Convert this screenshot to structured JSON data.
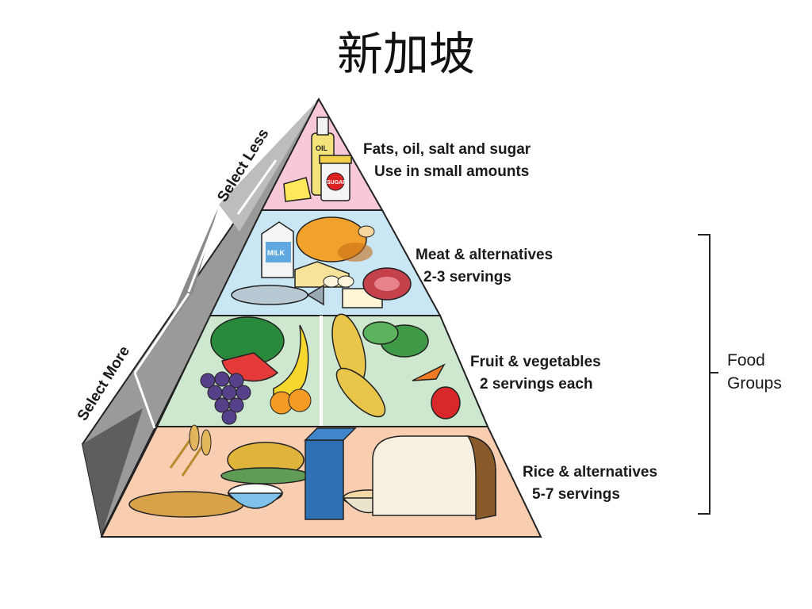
{
  "title": "新加坡",
  "side_labels": {
    "select_less": "Select Less",
    "select_more": "Select More"
  },
  "tiers": [
    {
      "name": "Fats, oil, salt and sugar",
      "serving": "Use in small amounts",
      "color": "#f6c8d8"
    },
    {
      "name": "Meat & alternatives",
      "serving": "2-3 servings",
      "color": "#c8e6f4"
    },
    {
      "name": "Fruit & vegetables",
      "serving": "2 servings each",
      "color": "#cde8cf"
    },
    {
      "name": "Rice & alternatives",
      "serving": "5-7 servings",
      "color": "#f8cdb0"
    }
  ],
  "food_groups": {
    "line1": "Food",
    "line2": "Groups"
  },
  "food_labels": {
    "oil": "OIL",
    "sugar": "SUGAR",
    "milk": "MILK"
  },
  "colors": {
    "side_face": "#8c8c8c",
    "side_dark": "#5a5a5a",
    "outline": "#222222"
  }
}
